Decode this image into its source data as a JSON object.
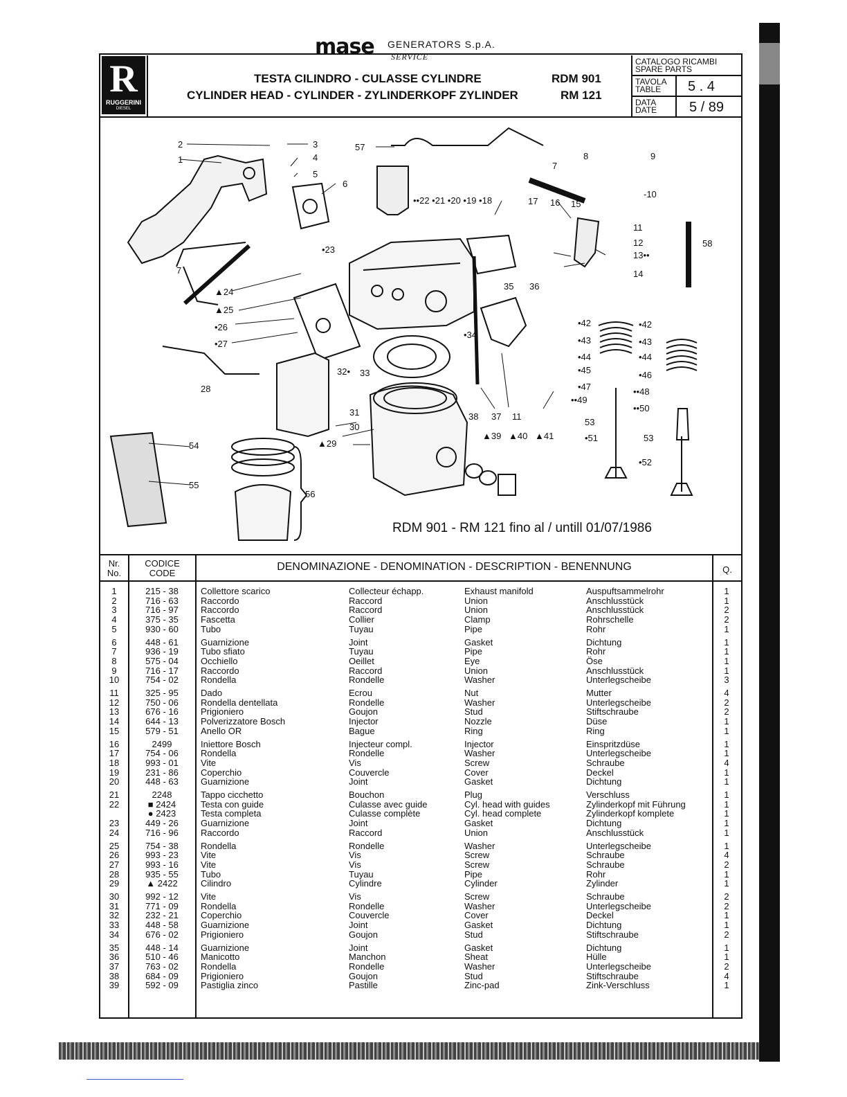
{
  "header": {
    "brand": "mase",
    "brand_sub": "GENERATORS S.p.A.",
    "service": "SERVICE",
    "logo_letter": "R",
    "logo_text": "RUGGERINI",
    "logo_text2": "DIESEL",
    "title_line1": "TESTA CILINDRO - CULASSE CYLINDRE",
    "model_line1": "RDM 901",
    "title_line2": "CYLINDER HEAD - CYLINDER - ZYLINDERKOPF ZYLINDER",
    "model_line2": "RM 121",
    "catalog_label": "CATALOGO RICAMBI",
    "spare_parts_label": "SPARE PARTS",
    "table_label1": "TAVOLA",
    "table_label2": "TABLE",
    "table_value": "5 . 4",
    "date_label1": "DATA",
    "date_label2": "DATE",
    "date_value": "5 / 89"
  },
  "diagram": {
    "caption": "RDM 901 - RM 121   fino al / untill   01/07/1986"
  },
  "table": {
    "headers": {
      "nr_line1": "Nr.",
      "nr_line2": "No.",
      "code_line1": "CODICE",
      "code_line2": "CODE",
      "description": "DENOMINAZIONE - DENOMINATION - DESCRIPTION - BENENNUNG",
      "qty": "Q."
    },
    "rows": [
      {
        "nr": "1",
        "code": "215 - 38",
        "it": "Collettore scarico",
        "fr": "Collecteur échapp.",
        "en": "Exhaust manifold",
        "de": "Auspuftsammelrohr",
        "q": "1"
      },
      {
        "nr": "2",
        "code": "716 - 63",
        "it": "Raccordo",
        "fr": "Raccord",
        "en": "Union",
        "de": "Anschlusstück",
        "q": "1"
      },
      {
        "nr": "3",
        "code": "716 - 97",
        "it": "Raccordo",
        "fr": "Raccord",
        "en": "Union",
        "de": "Anschlusstück",
        "q": "2"
      },
      {
        "nr": "4",
        "code": "375 - 35",
        "it": "Fascetta",
        "fr": "Collier",
        "en": "Clamp",
        "de": "Rohrschelle",
        "q": "2"
      },
      {
        "nr": "5",
        "code": "930 - 60",
        "it": "Tubo",
        "fr": "Tuyau",
        "en": "Pipe",
        "de": "Rohr",
        "q": "1"
      },
      {
        "nr": "6",
        "code": "448 - 61",
        "it": "Guarnizione",
        "fr": "Joint",
        "en": "Gasket",
        "de": "Dichtung",
        "q": "1"
      },
      {
        "nr": "7",
        "code": "936 - 19",
        "it": "Tubo sfiato",
        "fr": "Tuyau",
        "en": "Pipe",
        "de": "Rohr",
        "q": "1"
      },
      {
        "nr": "8",
        "code": "575 - 04",
        "it": "Occhiello",
        "fr": "Oeillet",
        "en": "Eye",
        "de": "Öse",
        "q": "1"
      },
      {
        "nr": "9",
        "code": "716 - 17",
        "it": "Raccordo",
        "fr": "Raccord",
        "en": "Union",
        "de": "Anschlusstück",
        "q": "1"
      },
      {
        "nr": "10",
        "code": "754 - 02",
        "it": "Rondella",
        "fr": "Rondelle",
        "en": "Washer",
        "de": "Unterlegscheibe",
        "q": "3"
      },
      {
        "nr": "11",
        "code": "325 - 95",
        "it": "Dado",
        "fr": "Ecrou",
        "en": "Nut",
        "de": "Mutter",
        "q": "4"
      },
      {
        "nr": "12",
        "code": "750 - 06",
        "it": "Rondella dentellata",
        "fr": "Rondelle",
        "en": "Washer",
        "de": "Unterlegscheibe",
        "q": "2"
      },
      {
        "nr": "13",
        "code": "676 - 16",
        "it": "Prigioniero",
        "fr": "Goujon",
        "en": "Stud",
        "de": "Stiftschraube",
        "q": "2"
      },
      {
        "nr": "14",
        "code": "644 - 13",
        "it": "Polverizzatore Bosch",
        "fr": "Injector",
        "en": "Nozzle",
        "de": "Düse",
        "q": "1"
      },
      {
        "nr": "15",
        "code": "579 - 51",
        "it": "Anello OR",
        "fr": "Bague",
        "en": "Ring",
        "de": "Ring",
        "q": "1"
      },
      {
        "nr": "16",
        "code": "2499",
        "it": "Iniettore Bosch",
        "fr": "Injecteur compl.",
        "en": "Injector",
        "de": "Einspritzdüse",
        "q": "1"
      },
      {
        "nr": "17",
        "code": "754 - 06",
        "it": "Rondella",
        "fr": "Rondelle",
        "en": "Washer",
        "de": "Unterlegscheibe",
        "q": "1"
      },
      {
        "nr": "18",
        "code": "993 - 01",
        "it": "Vite",
        "fr": "Vis",
        "en": "Screw",
        "de": "Schraube",
        "q": "4"
      },
      {
        "nr": "19",
        "code": "231 - 86",
        "it": "Coperchio",
        "fr": "Couvercle",
        "en": "Cover",
        "de": "Deckel",
        "q": "1"
      },
      {
        "nr": "20",
        "code": "448 - 63",
        "it": "Guarnizione",
        "fr": "Joint",
        "en": "Gasket",
        "de": "Dichtung",
        "q": "1"
      },
      {
        "nr": "21",
        "code": "2248",
        "it": "Tappo cicchetto",
        "fr": "Bouchon",
        "en": "Plug",
        "de": "Verschluss",
        "q": "1"
      },
      {
        "nr": "22",
        "code": "■ 2424",
        "it": "Testa con guide",
        "fr": "Culasse avec guide",
        "en": "Cyl. head with guides",
        "de": "Zylinderkopf mit Führung",
        "q": "1"
      },
      {
        "nr": "",
        "code": "● 2423",
        "it": "Testa completa",
        "fr": "Culasse complète",
        "en": "Cyl. head complete",
        "de": "Zylinderkopf komplete",
        "q": "1"
      },
      {
        "nr": "23",
        "code": "449 - 26",
        "it": "Guarnizione",
        "fr": "Joint",
        "en": "Gasket",
        "de": "Dichtung",
        "q": "1"
      },
      {
        "nr": "24",
        "code": "716 - 96",
        "it": "Raccordo",
        "fr": "Raccord",
        "en": "Union",
        "de": "Anschlusstück",
        "q": "1"
      },
      {
        "nr": "25",
        "code": "754 - 38",
        "it": "Rondella",
        "fr": "Rondelle",
        "en": "Washer",
        "de": "Unterlegscheibe",
        "q": "1"
      },
      {
        "nr": "26",
        "code": "993 - 23",
        "it": "Vite",
        "fr": "Vis",
        "en": "Screw",
        "de": "Schraube",
        "q": "4"
      },
      {
        "nr": "27",
        "code": "993 - 16",
        "it": "Vite",
        "fr": "Vis",
        "en": "Screw",
        "de": "Schraube",
        "q": "2"
      },
      {
        "nr": "28",
        "code": "935 - 55",
        "it": "Tubo",
        "fr": "Tuyau",
        "en": "Pipe",
        "de": "Rohr",
        "q": "1"
      },
      {
        "nr": "29",
        "code": "▲ 2422",
        "it": "Cilindro",
        "fr": "Cylindre",
        "en": "Cylinder",
        "de": "Zylinder",
        "q": "1"
      },
      {
        "nr": "30",
        "code": "992 - 12",
        "it": "Vite",
        "fr": "Vis",
        "en": "Screw",
        "de": "Schraube",
        "q": "2"
      },
      {
        "nr": "31",
        "code": "771 - 09",
        "it": "Rondella",
        "fr": "Rondelle",
        "en": "Washer",
        "de": "Unterlegscheibe",
        "q": "2"
      },
      {
        "nr": "32",
        "code": "232 - 21",
        "it": "Coperchio",
        "fr": "Couvercle",
        "en": "Cover",
        "de": "Deckel",
        "q": "1"
      },
      {
        "nr": "33",
        "code": "448 - 58",
        "it": "Guarnizione",
        "fr": "Joint",
        "en": "Gasket",
        "de": "Dichtung",
        "q": "1"
      },
      {
        "nr": "34",
        "code": "676 - 02",
        "it": "Prigioniero",
        "fr": "Goujon",
        "en": "Stud",
        "de": "Stiftschraube",
        "q": "2"
      },
      {
        "nr": "35",
        "code": "448 - 14",
        "it": "Guarnizione",
        "fr": "Joint",
        "en": "Gasket",
        "de": "Dichtung",
        "q": "1"
      },
      {
        "nr": "36",
        "code": "510 - 46",
        "it": "Manicotto",
        "fr": "Manchon",
        "en": "Sheat",
        "de": "Hülle",
        "q": "1"
      },
      {
        "nr": "37",
        "code": "763 - 02",
        "it": "Rondella",
        "fr": "Rondelle",
        "en": "Washer",
        "de": "Unterlegscheibe",
        "q": "2"
      },
      {
        "nr": "38",
        "code": "684 - 09",
        "it": "Prigioniero",
        "fr": "Goujon",
        "en": "Stud",
        "de": "Stiftschraube",
        "q": "4"
      },
      {
        "nr": "39",
        "code": "592 - 09",
        "it": "Pastiglia zinco",
        "fr": "Pastille",
        "en": "Zinc-pad",
        "de": "Zink-Verschluss",
        "q": "1"
      }
    ]
  }
}
